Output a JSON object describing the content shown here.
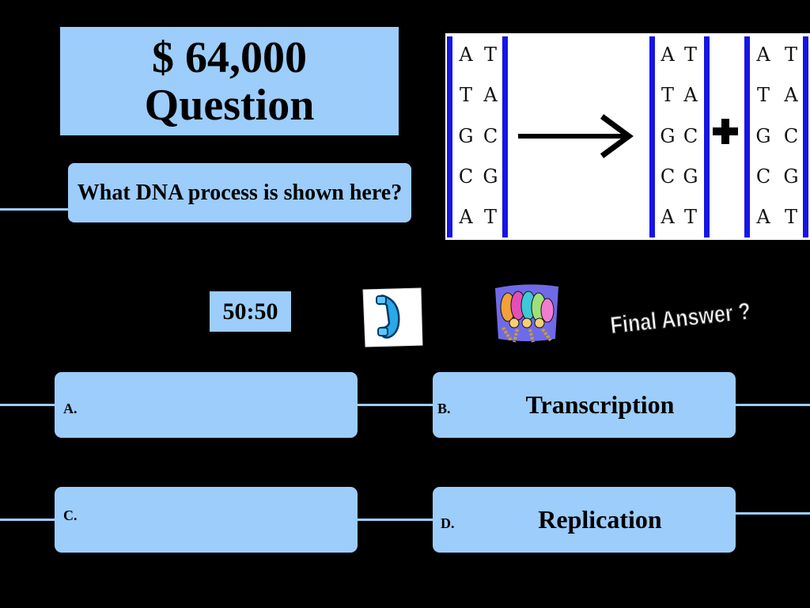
{
  "title": {
    "line1": "$ 64,000",
    "line2": "Question"
  },
  "question": "What DNA process is shown here?",
  "dna_diagram": {
    "left_strand": [
      [
        "A",
        "T"
      ],
      [
        "T",
        "A"
      ],
      [
        "G",
        "C"
      ],
      [
        "C",
        "G"
      ],
      [
        "A",
        "T"
      ]
    ],
    "product_1": [
      [
        "A",
        "T"
      ],
      [
        "T",
        "A"
      ],
      [
        "G",
        "C"
      ],
      [
        "C",
        "G"
      ],
      [
        "A",
        "T"
      ]
    ],
    "product_2": [
      [
        "A",
        "T"
      ],
      [
        "T",
        "A"
      ],
      [
        "G",
        "C"
      ],
      [
        "C",
        "G"
      ],
      [
        "A",
        "T"
      ]
    ],
    "operator": "+",
    "strand_color": "#1515e6"
  },
  "lifelines": {
    "fifty_fifty": "50:50",
    "phone_icon": "phone-icon",
    "audience_icon": "audience-icon",
    "final_answer": "Final Answer ?"
  },
  "answers": [
    {
      "letter": "A.",
      "text": ""
    },
    {
      "letter": "B.",
      "text": "Transcription"
    },
    {
      "letter": "C.",
      "text": ""
    },
    {
      "letter": "D.",
      "text": "Replication"
    }
  ],
  "colors": {
    "background": "#000000",
    "panel": "#9ccdfb",
    "accent_blue": "#1515e6"
  }
}
